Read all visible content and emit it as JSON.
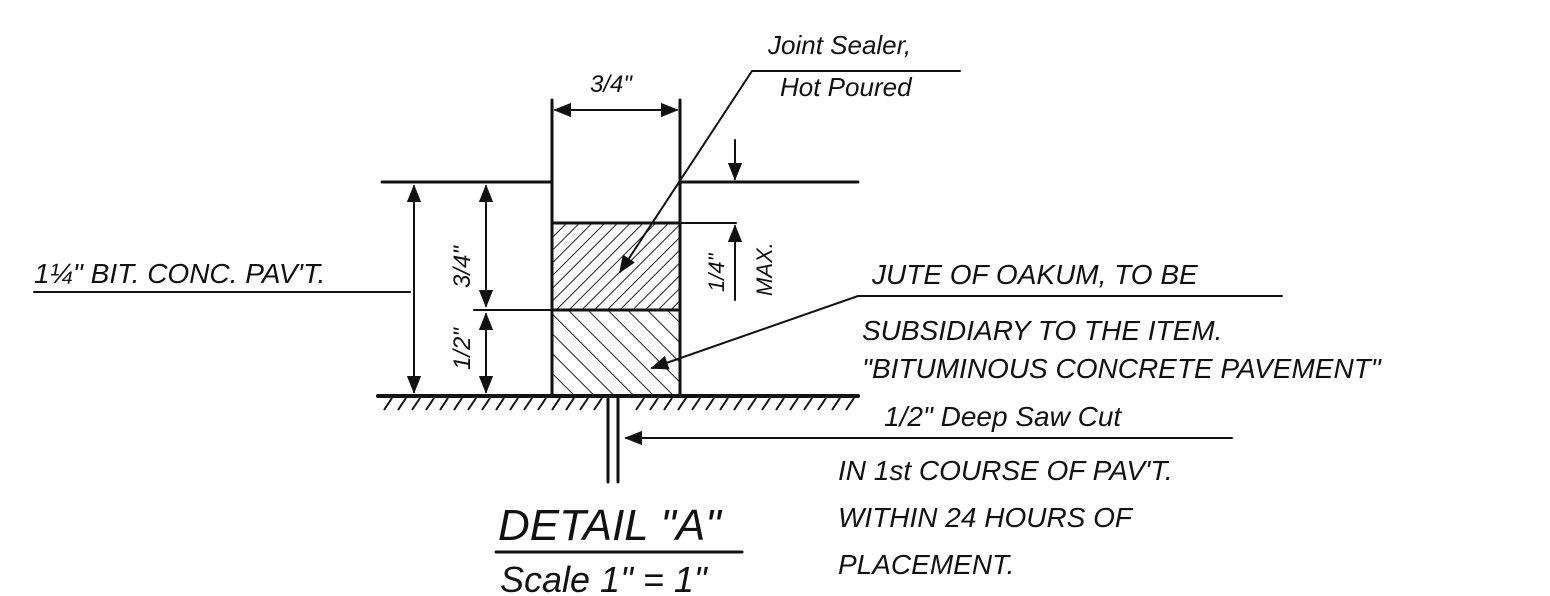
{
  "detail": {
    "title": "DETAIL \"A\"",
    "scale": "Scale   1\" = 1\""
  },
  "labels": {
    "sealer_line1": "Joint Sealer,",
    "sealer_line2": "Hot Poured",
    "dim_top_width": "3/4\"",
    "pavement_thickness": "1¼\" BIT. CONC. PAV'T.",
    "dim_upper_layer": "3/4\"",
    "dim_lower_layer": "1/2\"",
    "dim_recess_max": "1/4\"",
    "dim_recess_max_note": "MAX.",
    "jute_line1": "JUTE OF OAKUM, TO BE",
    "jute_line2": "SUBSIDIARY TO THE ITEM.",
    "jute_line3": "\"BITUMINOUS CONCRETE PAVEMENT\"",
    "saw_cut_line1": "1/2\" Deep Saw Cut",
    "saw_cut_line2": "IN 1st COURSE OF PAV'T.",
    "saw_cut_line3": "WITHIN 24 HOURS OF",
    "saw_cut_line4": "PLACEMENT."
  }
}
